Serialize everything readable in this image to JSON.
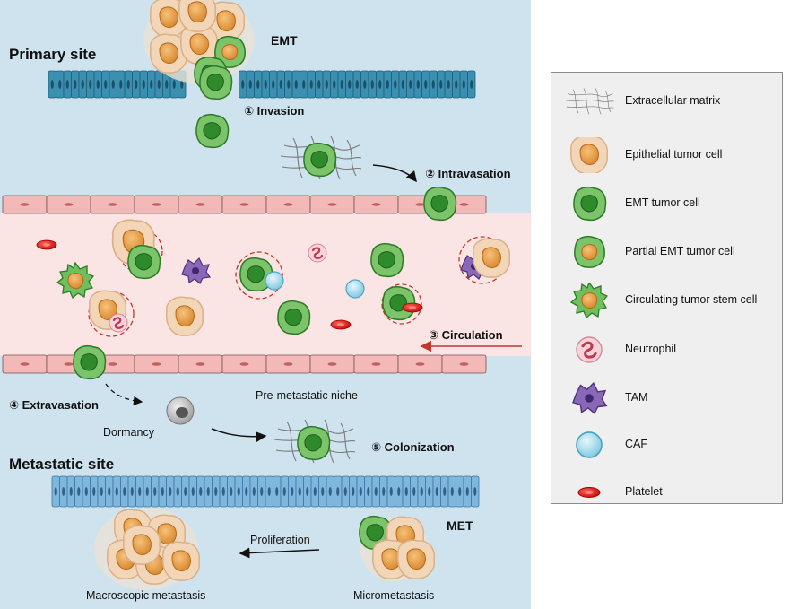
{
  "labels": {
    "primary_site": "Primary site",
    "emt": "EMT",
    "invasion": "① Invasion",
    "intravasation": "② Intravasation",
    "circulation": "③ Circulation",
    "extravasation": "④ Extravasation",
    "dormancy": "Dormancy",
    "pre_metastatic_niche": "Pre-metastatic niche",
    "colonization": "⑤ Colonization",
    "metastatic_site": "Metastatic site",
    "met": "MET",
    "proliferation": "Proliferation",
    "macroscopic_metastasis": "Macroscopic metastasis",
    "micrometastasis": "Micrometastasis"
  },
  "legend": {
    "items": [
      {
        "label": "Extracellular matrix",
        "icon": "ecm-icon"
      },
      {
        "label": "Epithelial tumor cell",
        "icon": "epithelial-tumor-cell-icon"
      },
      {
        "label": "EMT tumor cell",
        "icon": "emt-tumor-cell-icon"
      },
      {
        "label": "Partial EMT tumor cell",
        "icon": "partial-emt-tumor-cell-icon"
      },
      {
        "label": "Circulating tumor stem cell",
        "icon": "circulating-tumor-stem-cell-icon"
      },
      {
        "label": "Neutrophil",
        "icon": "neutrophil-icon"
      },
      {
        "label": "TAM",
        "icon": "tam-icon"
      },
      {
        "label": "CAF",
        "icon": "caf-icon"
      },
      {
        "label": "Platelet",
        "icon": "platelet-icon"
      }
    ]
  },
  "colors": {
    "background": "#cfe3ef",
    "vessel_lumen": "#fbe4e4",
    "primary_epithelium": "#3b8fb0",
    "metastatic_epithelium": "#7fb6dc",
    "endothelium": "#f3b9b9",
    "epithelial_cell": "#e69a3c",
    "emt_cell": "#3f9a3a",
    "caf": "#9fd6e8",
    "platelet": "#e01818",
    "tam": "#7b5aa6",
    "neutrophil": "#f2b8c6",
    "circulation_arrow": "#c0392b"
  }
}
